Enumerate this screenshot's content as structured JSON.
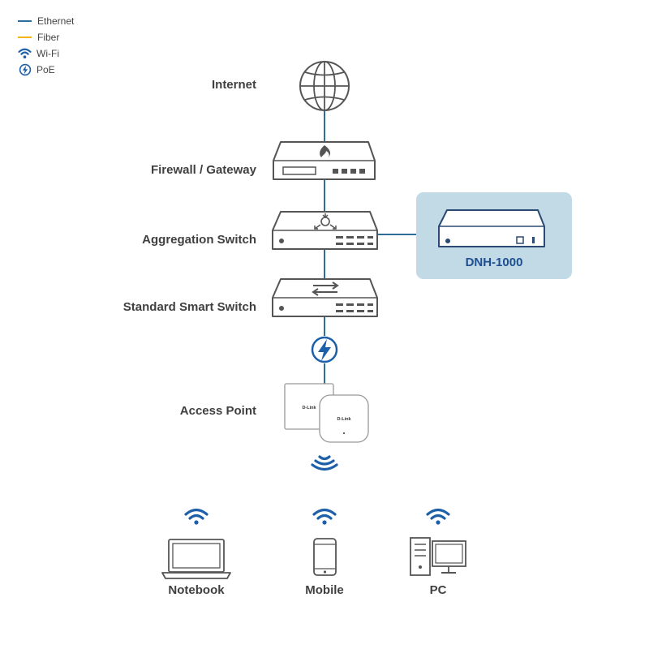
{
  "legend": {
    "ethernet": {
      "label": "Ethernet",
      "color": "#2e6e99"
    },
    "fiber": {
      "label": "Fiber",
      "color": "#f2b417"
    },
    "wifi": {
      "label": "Wi-Fi",
      "icon": "wifi-icon"
    },
    "poe": {
      "label": "PoE",
      "icon": "poe-lightning-icon"
    }
  },
  "nodes": {
    "internet": {
      "label": "Internet",
      "icon": "globe-icon"
    },
    "firewall": {
      "label": "Firewall / Gateway",
      "icon": "firewall-flame-icon"
    },
    "aggregation": {
      "label": "Aggregation Switch",
      "icon": "aggregation-switch-icon"
    },
    "smart_switch": {
      "label": "Standard Smart Switch",
      "icon": "smart-switch-icon"
    },
    "access_point": {
      "label": "Access Point",
      "icon": "access-point-icon",
      "brand": "D-Link"
    },
    "dnh": {
      "label": "DNH-1000",
      "icon": "dnh-appliance-icon"
    }
  },
  "clients": [
    {
      "label": "Notebook",
      "icon": "laptop-icon"
    },
    {
      "label": "Mobile",
      "icon": "phone-icon"
    },
    {
      "label": "PC",
      "icon": "desktop-pc-icon"
    }
  ],
  "colors": {
    "line": "#2e6e99",
    "device_stroke": "#2b4a73",
    "accent_blue": "#1d5fa8",
    "label_gray": "#404040",
    "panel_bg": "#c2d9e6"
  }
}
